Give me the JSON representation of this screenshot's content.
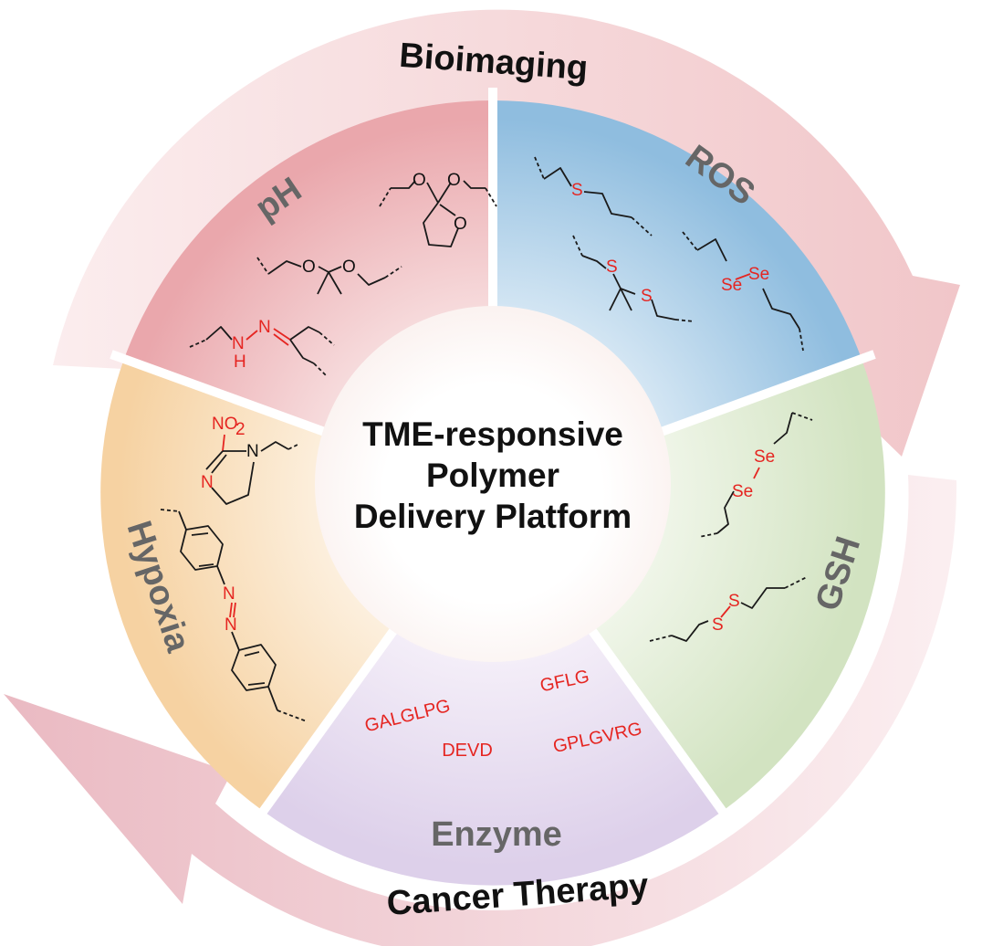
{
  "title_center": [
    "TME-responsive",
    "Polymer",
    "Delivery Platform"
  ],
  "ring_labels": {
    "top": "Bioimaging",
    "bottom": "Cancer Therapy"
  },
  "sectors": {
    "ph": {
      "label": "pH",
      "color": "#e9a4aa"
    },
    "ros": {
      "label": "ROS",
      "color": "#8dbcde"
    },
    "gsh": {
      "label": "GSH",
      "color": "#cfe0bd"
    },
    "enzyme": {
      "label": "Enzyme",
      "color": "#ddd0ea"
    },
    "hypoxia": {
      "label": "Hypoxia",
      "color": "#f6d2a3"
    }
  },
  "atoms": {
    "O": "O",
    "N": "N",
    "H": "H",
    "S": "S",
    "Se": "Se",
    "NO2_main": "NO",
    "NO2_sub": "2"
  },
  "peptides": [
    "GALGLPG",
    "GFLG",
    "DEVD",
    "GPLGVRG"
  ],
  "colors": {
    "arrow": "#f2cdd0",
    "accent_red": "#e52521",
    "sector_label": "#666666"
  }
}
